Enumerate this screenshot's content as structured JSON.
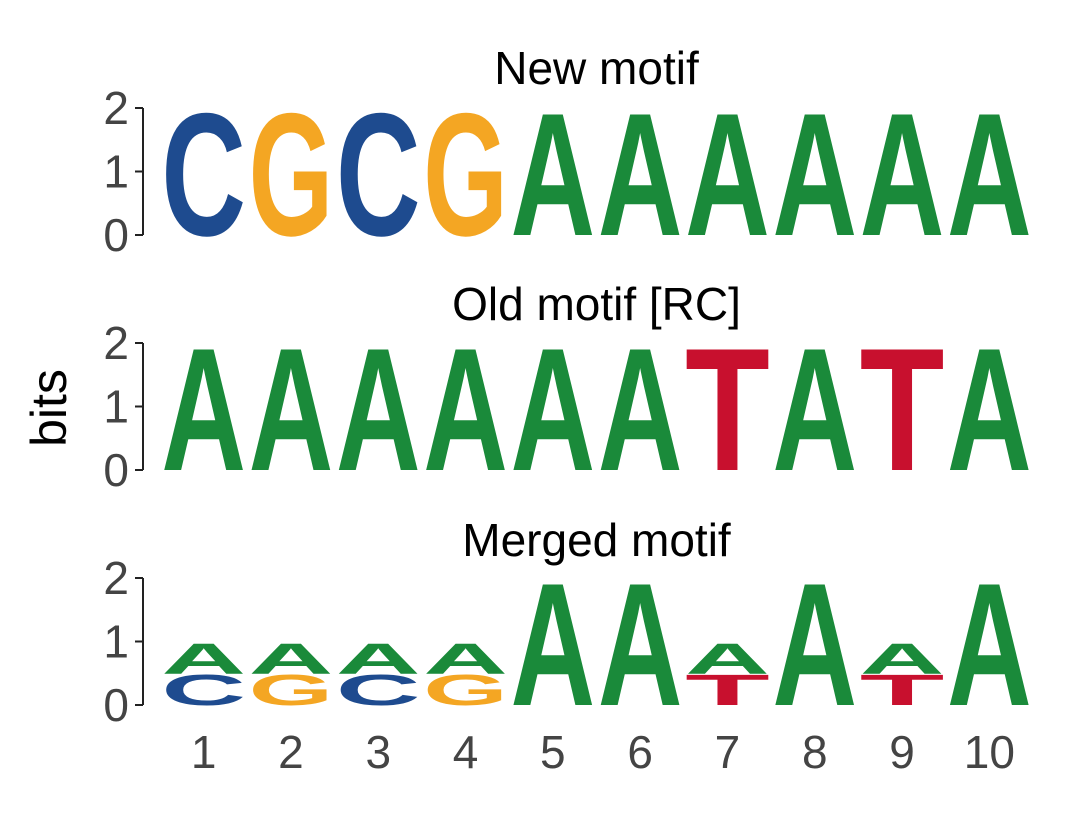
{
  "chart_data": {
    "type": "sequence-logo",
    "ylabel": "bits",
    "ylim": [
      0,
      2
    ],
    "yticks": [
      "0",
      "1",
      "2"
    ],
    "positions": [
      "1",
      "2",
      "3",
      "4",
      "5",
      "6",
      "7",
      "8",
      "9",
      "10"
    ],
    "colors": {
      "A": "#1a8a3a",
      "C": "#1e4b8f",
      "G": "#f4a623",
      "T": "#c8102e"
    },
    "panels": [
      {
        "title": "New motif",
        "columns": [
          [
            {
              "letter": "C",
              "bits": 2
            }
          ],
          [
            {
              "letter": "G",
              "bits": 2
            }
          ],
          [
            {
              "letter": "C",
              "bits": 2
            }
          ],
          [
            {
              "letter": "G",
              "bits": 2
            }
          ],
          [
            {
              "letter": "A",
              "bits": 2
            }
          ],
          [
            {
              "letter": "A",
              "bits": 2
            }
          ],
          [
            {
              "letter": "A",
              "bits": 2
            }
          ],
          [
            {
              "letter": "A",
              "bits": 2
            }
          ],
          [
            {
              "letter": "A",
              "bits": 2
            }
          ],
          [
            {
              "letter": "A",
              "bits": 2
            }
          ]
        ]
      },
      {
        "title": "Old motif [RC]",
        "columns": [
          [
            {
              "letter": "A",
              "bits": 2
            }
          ],
          [
            {
              "letter": "A",
              "bits": 2
            }
          ],
          [
            {
              "letter": "A",
              "bits": 2
            }
          ],
          [
            {
              "letter": "A",
              "bits": 2
            }
          ],
          [
            {
              "letter": "A",
              "bits": 2
            }
          ],
          [
            {
              "letter": "A",
              "bits": 2
            }
          ],
          [
            {
              "letter": "T",
              "bits": 2
            }
          ],
          [
            {
              "letter": "A",
              "bits": 2
            }
          ],
          [
            {
              "letter": "T",
              "bits": 2
            }
          ],
          [
            {
              "letter": "A",
              "bits": 2
            }
          ]
        ]
      },
      {
        "title": "Merged motif",
        "columns": [
          [
            {
              "letter": "C",
              "bits": 0.5
            },
            {
              "letter": "A",
              "bits": 0.5
            }
          ],
          [
            {
              "letter": "G",
              "bits": 0.5
            },
            {
              "letter": "A",
              "bits": 0.5
            }
          ],
          [
            {
              "letter": "C",
              "bits": 0.5
            },
            {
              "letter": "A",
              "bits": 0.5
            }
          ],
          [
            {
              "letter": "G",
              "bits": 0.5
            },
            {
              "letter": "A",
              "bits": 0.5
            }
          ],
          [
            {
              "letter": "A",
              "bits": 2
            }
          ],
          [
            {
              "letter": "A",
              "bits": 2
            }
          ],
          [
            {
              "letter": "T",
              "bits": 0.5
            },
            {
              "letter": "A",
              "bits": 0.5
            }
          ],
          [
            {
              "letter": "A",
              "bits": 2
            }
          ],
          [
            {
              "letter": "T",
              "bits": 0.5
            },
            {
              "letter": "A",
              "bits": 0.5
            }
          ],
          [
            {
              "letter": "A",
              "bits": 2
            }
          ]
        ]
      }
    ]
  }
}
